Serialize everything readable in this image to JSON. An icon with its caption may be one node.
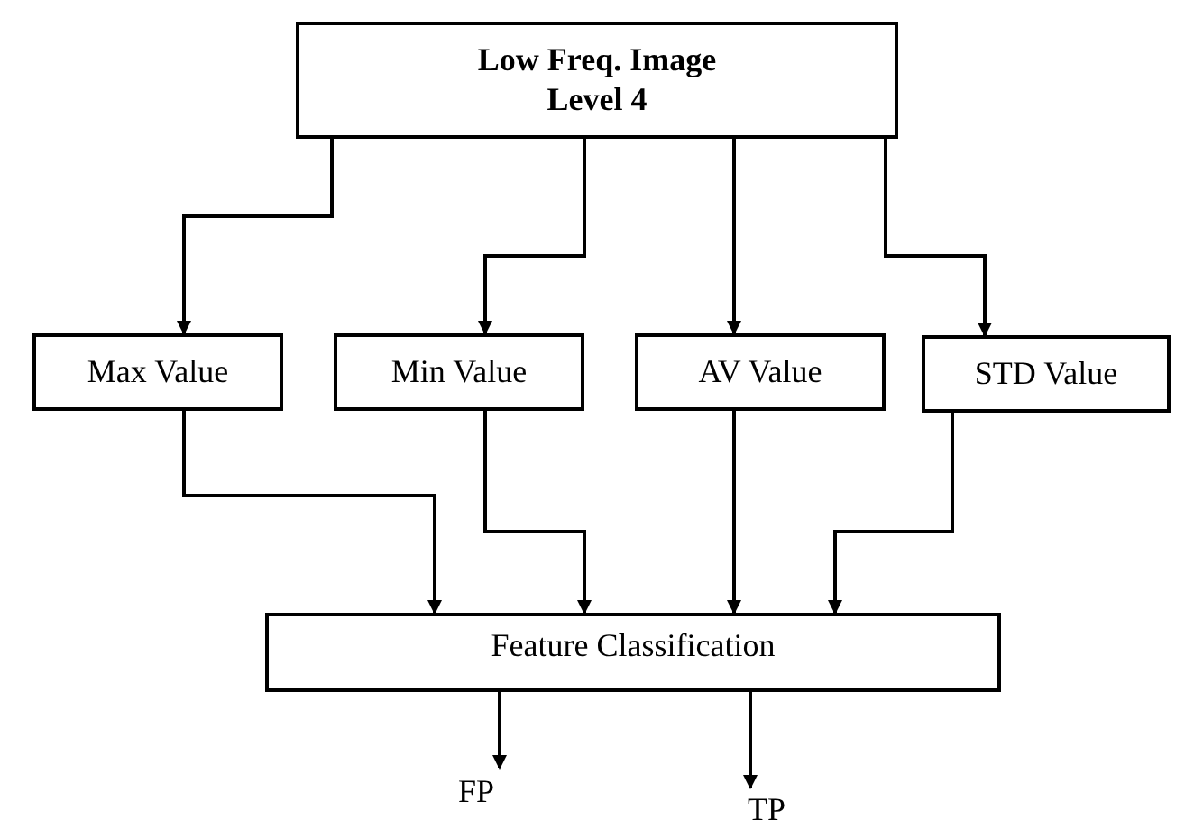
{
  "diagram": {
    "nodes": [
      {
        "text": [
          "Low Freq. Image Level 4"
        ]
      },
      {
        "text": [
          "Max Value"
        ]
      },
      {
        "text": [
          "Min Value"
        ]
      },
      {
        "text": [
          "AV Value"
        ]
      },
      {
        "text": [
          "STD Value"
        ]
      },
      {
        "text": [
          "Feature Classification"
        ]
      },
      {
        "text": [
          "FP"
        ]
      },
      {
        "text": [
          "TP"
        ]
      }
    ],
    "edges": [
      {
        "from": 0,
        "to": 1,
        "arrow": "to"
      },
      {
        "from": 0,
        "to": 2,
        "arrow": "to"
      },
      {
        "from": 0,
        "to": 3,
        "arrow": "to"
      },
      {
        "from": 0,
        "to": 4,
        "arrow": "to"
      },
      {
        "from": 1,
        "to": 5,
        "arrow": "to"
      },
      {
        "from": 2,
        "to": 5,
        "arrow": "to"
      },
      {
        "from": 3,
        "to": 5,
        "arrow": "to"
      },
      {
        "from": 4,
        "to": 5,
        "arrow": "to"
      },
      {
        "from": 5,
        "to": 6,
        "arrow": "to"
      },
      {
        "from": 5,
        "to": 7,
        "arrow": "to"
      }
    ]
  }
}
